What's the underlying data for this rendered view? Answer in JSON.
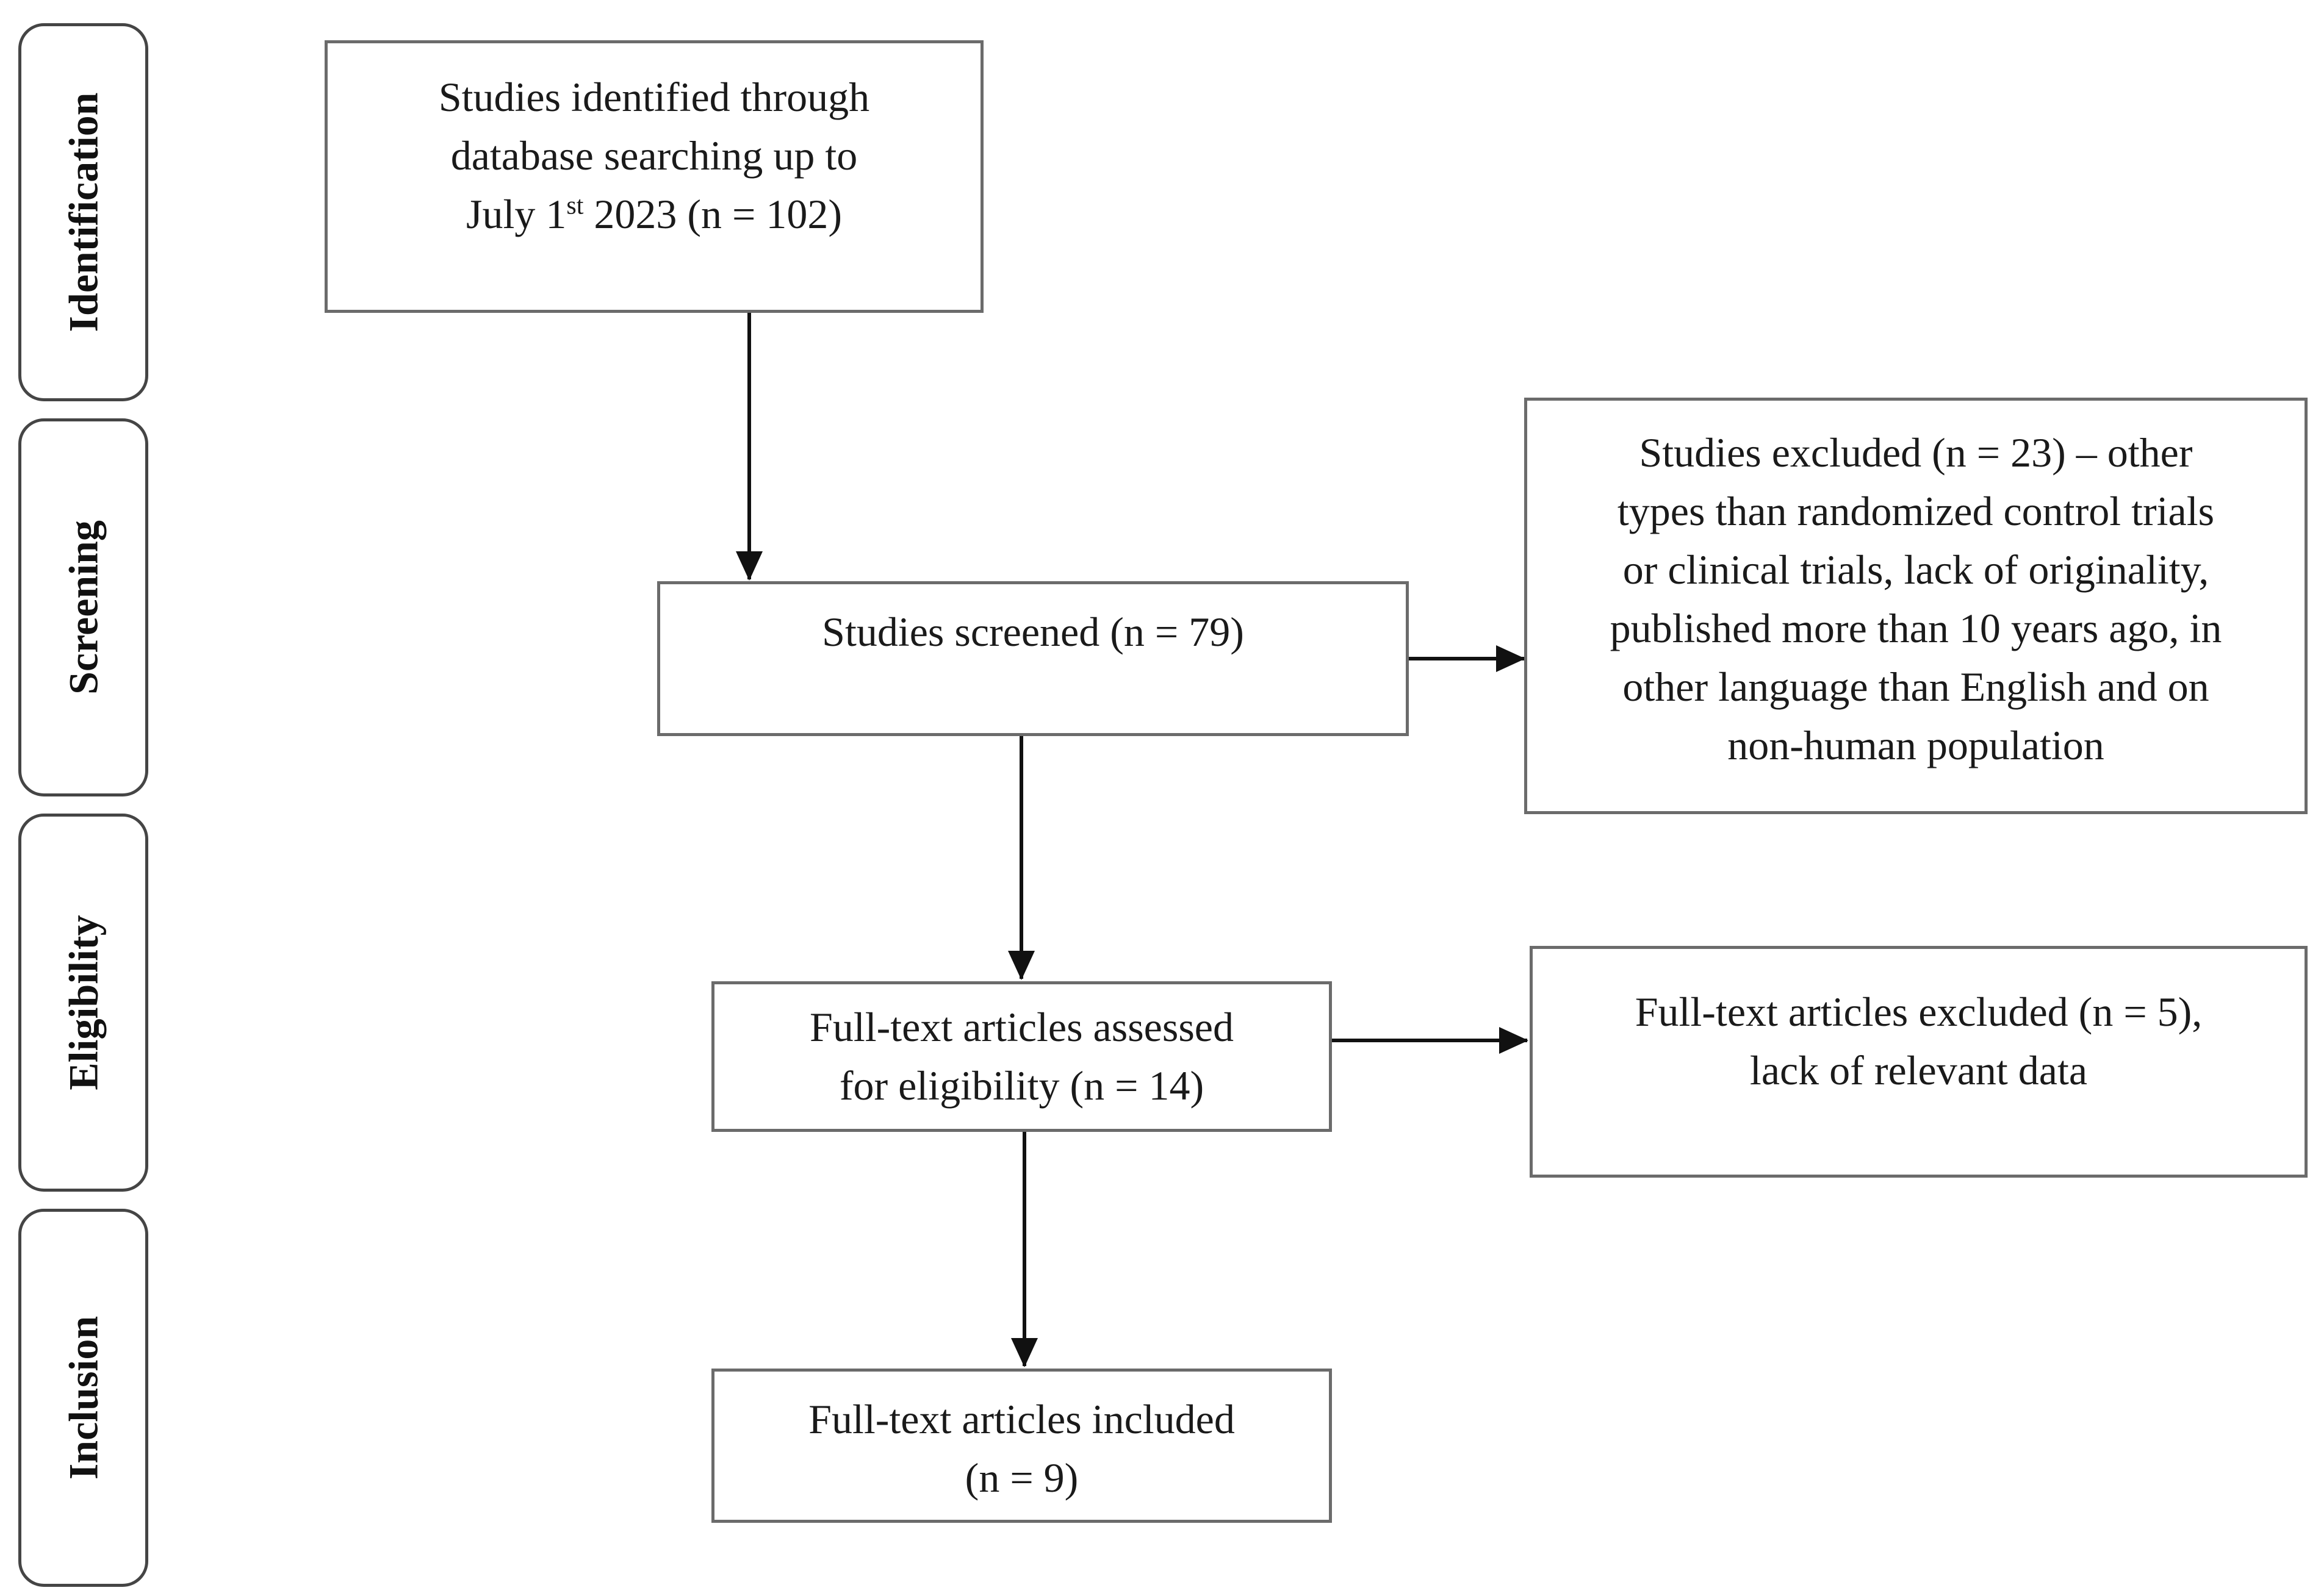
{
  "phases": [
    {
      "id": "identification",
      "label": "Identification"
    },
    {
      "id": "screening",
      "label": "Screening"
    },
    {
      "id": "eligibility",
      "label": "Eligibility"
    },
    {
      "id": "inclusion",
      "label": "Inclusion"
    }
  ],
  "boxes": {
    "identified": {
      "line1": "Studies identified through",
      "line2": "database searching up to",
      "line3_pre": "July 1",
      "line3_sup": "st",
      "line3_post": " 2023 (n = 102)"
    },
    "screened": {
      "lines": [
        "Studies screened (n = 79)"
      ]
    },
    "excluded_screening": {
      "lines": [
        "Studies excluded (n = 23) – other",
        "types than randomized control trials",
        "or clinical trials, lack of originality,",
        "published more than 10 years ago, in",
        "other language than English and on",
        "non-human population"
      ]
    },
    "eligibility": {
      "lines": [
        "Full-text articles assessed",
        "for eligibility (n = 14)"
      ]
    },
    "excluded_fulltext": {
      "lines": [
        "Full-text articles excluded (n = 5),",
        "lack of relevant data"
      ]
    },
    "included": {
      "lines": [
        "Full-text articles included",
        "(n = 9)"
      ]
    }
  },
  "colors": {
    "box_border": "#6b6b6b",
    "phase_border": "#454545",
    "arrow": "#111111",
    "text": "#1a1a1a"
  }
}
